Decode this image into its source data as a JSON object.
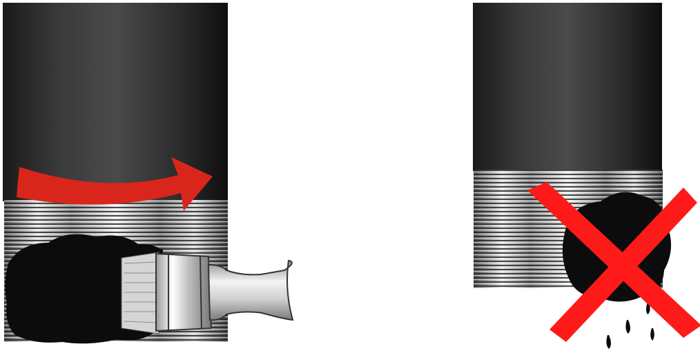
{
  "panels": [
    {
      "id": "correct",
      "pipe_color": "#2b2b2b",
      "thread_color": "#c9c9c9",
      "arrow_color": "#d9261c"
    },
    {
      "id": "incorrect",
      "pipe_color": "#2b2b2b",
      "thread_color": "#c9c9c9",
      "cross_color": "#ff1a1a"
    }
  ],
  "colors": {
    "compound": "#0c0c0c",
    "brush_handle": "#e6e6e6",
    "brush_bristle": "#d0d0d0"
  },
  "icons": {
    "correct": [
      "pipe",
      "threads",
      "rotation-arrow",
      "brush",
      "sealant-compound"
    ],
    "incorrect": [
      "pipe",
      "threads",
      "sealant-blob",
      "drips",
      "red-x"
    ]
  }
}
